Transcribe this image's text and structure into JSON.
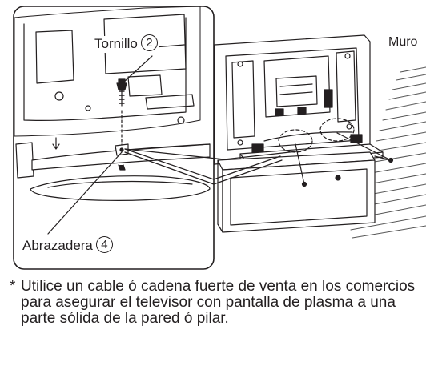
{
  "labels": {
    "tornillo": {
      "text": "Tornillo",
      "number": "2"
    },
    "abrazadera": {
      "text": "Abrazadera",
      "number": "4"
    },
    "muro": "Muro"
  },
  "note": {
    "marker": "*",
    "text": "Utilice un cable ó cadena fuerte de venta en los comercios para asegurar el televisor con pantalla de plasma a una parte sólida de la pared ó pilar."
  }
}
